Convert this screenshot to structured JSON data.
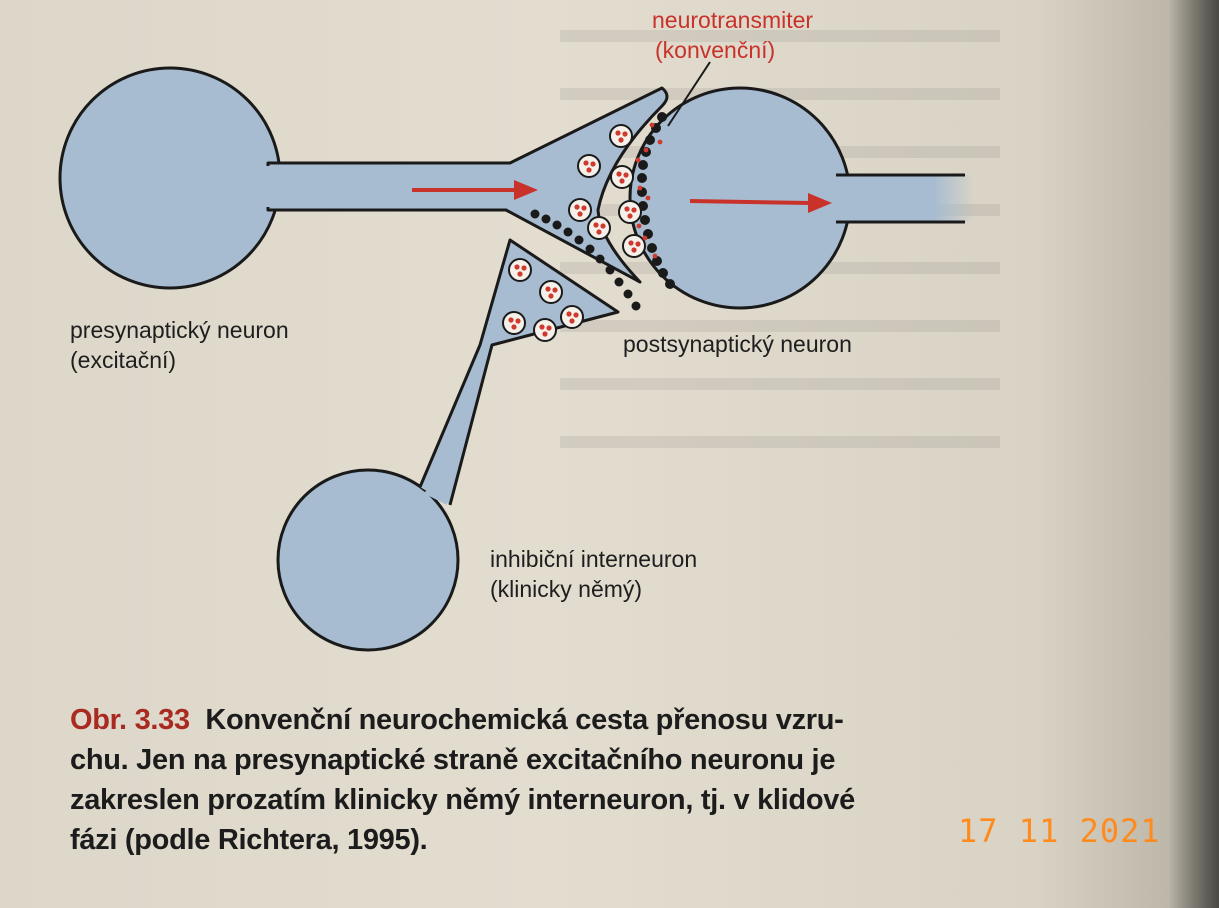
{
  "labels": {
    "neurotransmitter_line1": "neurotransmiter",
    "neurotransmitter_line2": "(konvenční)",
    "presynaptic_line1": "presynaptický neuron",
    "presynaptic_line2": "(excitační)",
    "postsynaptic": "postsynaptický neuron",
    "interneuron_line1": "inhibiční interneuron",
    "interneuron_line2": "(klinicky němý)"
  },
  "caption": {
    "figure_number": "Obr. 3.33",
    "text_line1": "Konvenční neurochemická cesta přenosu vzru-",
    "text_line2": "chu. Jen na presynaptické straně excitačního neuronu je",
    "text_line3": "zakreslen prozatím klinicky němý interneuron, tj. v klidové",
    "text_line4": "fázi (podle Richtera, 1995)."
  },
  "camera_date": "17 11 2021",
  "colors": {
    "neuron_fill": "#a7bcd0",
    "arrow": "#c8322a",
    "vesicle_dot": "#d03a2e",
    "receptor": "#1a1a1a",
    "caption_figure": "#a82a20",
    "date_stamp": "#ff8a1e"
  }
}
